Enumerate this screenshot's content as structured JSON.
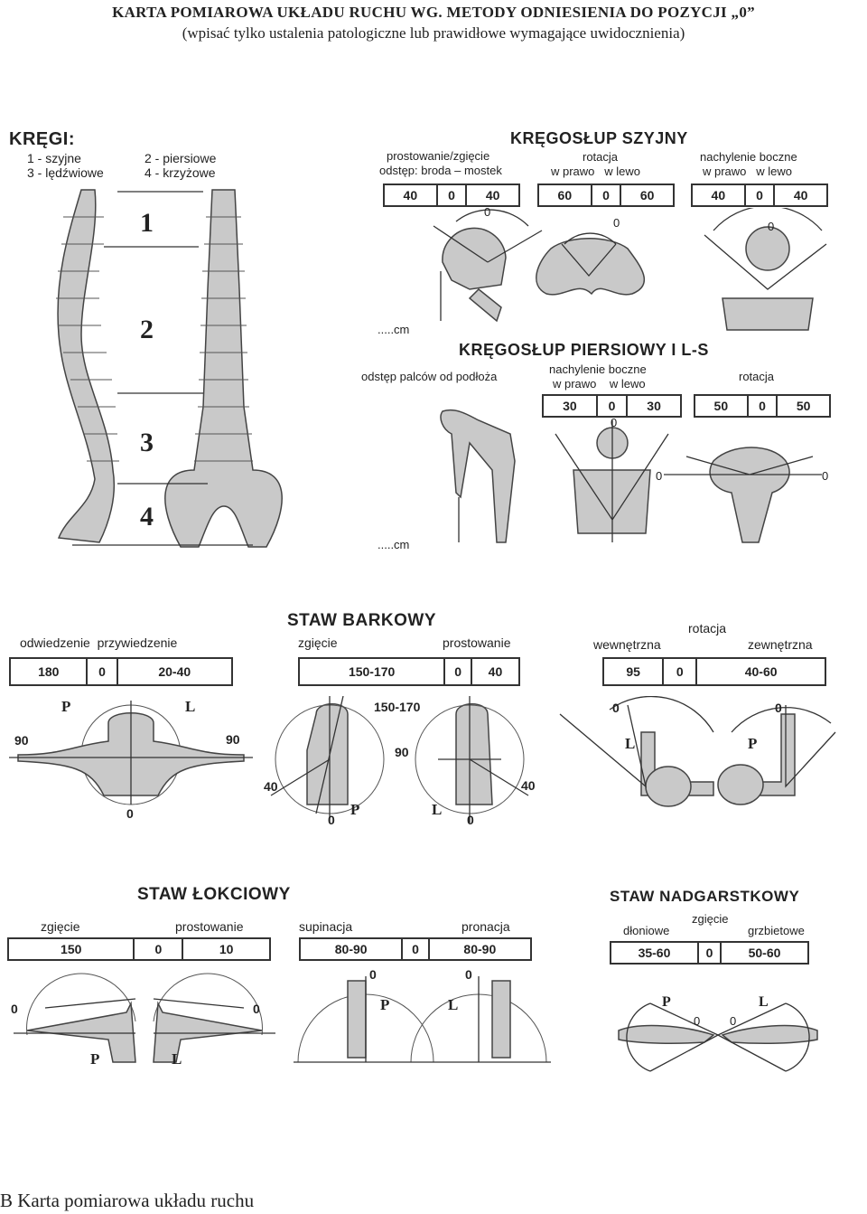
{
  "header": {
    "title": "KARTA POMIAROWA UKŁADU RUCHU WG. METODY ODNIESIENIA DO POZYCJI „0”",
    "subtitle": "(wpisać tylko ustalenia patologiczne lub prawidłowe wymagające uwidocznienia)"
  },
  "kregi": {
    "heading": "KRĘGI:",
    "legend1": "1 - szyjne",
    "legend2": "2 - piersiowe",
    "legend3": "3 - lędźwiowe",
    "legend4": "4 - krzyżowe",
    "labels": [
      "1",
      "2",
      "3",
      "4"
    ]
  },
  "cervical": {
    "heading": "KRĘGOSŁUP SZYJNY",
    "flex_label": "prostowanie/zgięcie",
    "flex_sub": "odstęp: broda – mostek",
    "rot_label": "rotacja",
    "rot_sub": "w prawo   w lewo",
    "lat_label": "nachylenie boczne",
    "lat_sub": "w prawo   w lewo",
    "flex_values": [
      "40",
      "0",
      "40"
    ],
    "rot_values": [
      "60",
      "0",
      "60"
    ],
    "lat_values": [
      "40",
      "0",
      "40"
    ],
    "zero": "0",
    "cm": ".....cm"
  },
  "thoracic": {
    "heading": "KRĘGOSŁUP PIERSIOWY I L-S",
    "finger_label": "odstęp palców od podłoża",
    "lat_label": "nachylenie boczne",
    "lat_sub": "w prawo    w lewo",
    "rot_label": "rotacja",
    "lat_values": [
      "30",
      "0",
      "30"
    ],
    "rot_values": [
      "50",
      "0",
      "50"
    ],
    "cm": ".....cm",
    "zero": "0"
  },
  "shoulder": {
    "heading": "STAW BARKOWY",
    "abd_label": "odwiedzenie  przywiedzenie",
    "flex_label": "zgięcie",
    "ext_label": "prostowanie",
    "rot_label": "rotacja",
    "int_label": "wewnętrzna",
    "ext_rot_label": "zewnętrzna",
    "abd_values": [
      "180",
      "0",
      "20-40"
    ],
    "flex_values": [
      "150-170",
      "0",
      "40"
    ],
    "rot_values": [
      "95",
      "0",
      "40-60"
    ],
    "fig_90": "90",
    "fig_0": "0",
    "fig_40": "40",
    "fig_150": "150-170",
    "P": "P",
    "L": "L"
  },
  "elbow": {
    "heading": "STAW ŁOKCIOWY",
    "flex_label": "zgięcie",
    "ext_label": "prostowanie",
    "sup_label": "supinacja",
    "pro_label": "pronacja",
    "flex_values": [
      "150",
      "0",
      "10"
    ],
    "sup_values": [
      "80-90",
      "0",
      "80-90"
    ],
    "zero": "0",
    "P": "P",
    "L": "L"
  },
  "wrist": {
    "heading": "STAW NADGARSTKOWY",
    "palm_label": "dłoniowe",
    "flex_label": "zgięcie",
    "dors_label": "grzbietowe",
    "values": [
      "35-60",
      "0",
      "50-60"
    ],
    "zero": "0",
    "P": "P",
    "L": "L"
  },
  "caption": "B Karta pomiarowa układu ruchu"
}
